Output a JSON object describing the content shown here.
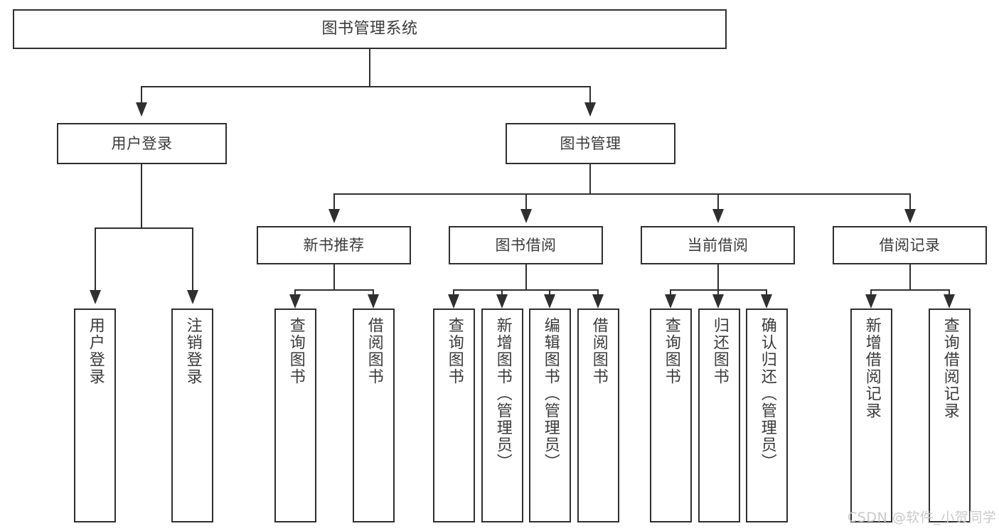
{
  "diagram": {
    "type": "tree",
    "title": "图书管理系统",
    "root": {
      "label": "图书管理系统"
    },
    "level2": [
      {
        "label": "用户登录"
      },
      {
        "label": "图书管理"
      }
    ],
    "level3": [
      {
        "label": "新书推荐"
      },
      {
        "label": "图书借阅"
      },
      {
        "label": "当前借阅"
      },
      {
        "label": "借阅记录"
      }
    ],
    "leaves": {
      "user_login": [
        {
          "label": "用户登录"
        },
        {
          "label": "注销登录"
        }
      ],
      "new_book_recommend": [
        {
          "label": "查询图书"
        },
        {
          "label": "借阅图书"
        }
      ],
      "book_borrow": [
        {
          "label": "查询图书"
        },
        {
          "label": "新增图书（管理员）"
        },
        {
          "label": "编辑图书（管理员）"
        },
        {
          "label": "借阅图书"
        }
      ],
      "current_borrow": [
        {
          "label": "查询图书"
        },
        {
          "label": "归还图书"
        },
        {
          "label": "确认归还（管理员）"
        }
      ],
      "borrow_record": [
        {
          "label": "新增借阅记录"
        },
        {
          "label": "查询借阅记录"
        }
      ]
    }
  },
  "watermark": {
    "text": "CSDN @软件_小贺同学"
  },
  "colors": {
    "border": "#2f2f2f",
    "text": "#3a3a3a",
    "background": "#ffffff",
    "watermark": "#c9c9c9"
  }
}
